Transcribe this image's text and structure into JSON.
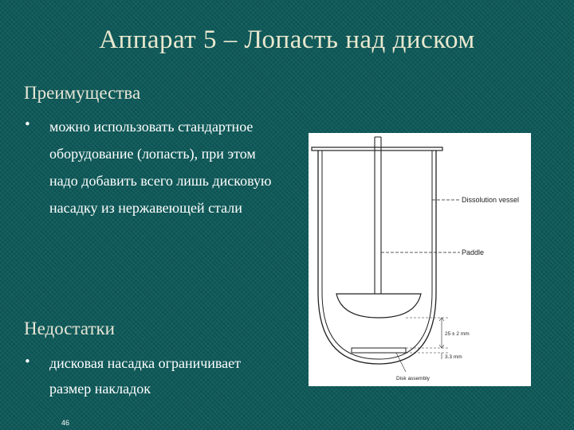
{
  "slide": {
    "title": "Аппарат 5 – Лопасть над диском",
    "slide_number": "46"
  },
  "advantages": {
    "heading": "Преимущества",
    "bullet": "•",
    "text": "можно использовать стандартное оборудование (лопасть), при этом надо добавить всего лишь дисковую насадку из нержавеющей стали"
  },
  "disadvantages": {
    "heading": "Недостатки",
    "bullet": "•",
    "text": "дисковая насадка ограничивает размер накладок"
  },
  "figure": {
    "labels": {
      "vessel": "Dissolution vessel",
      "paddle": "Paddle",
      "gap": "25 ± 2 mm",
      "disk_thickness": "3.3 mm",
      "disk": "Disk assembly"
    }
  }
}
